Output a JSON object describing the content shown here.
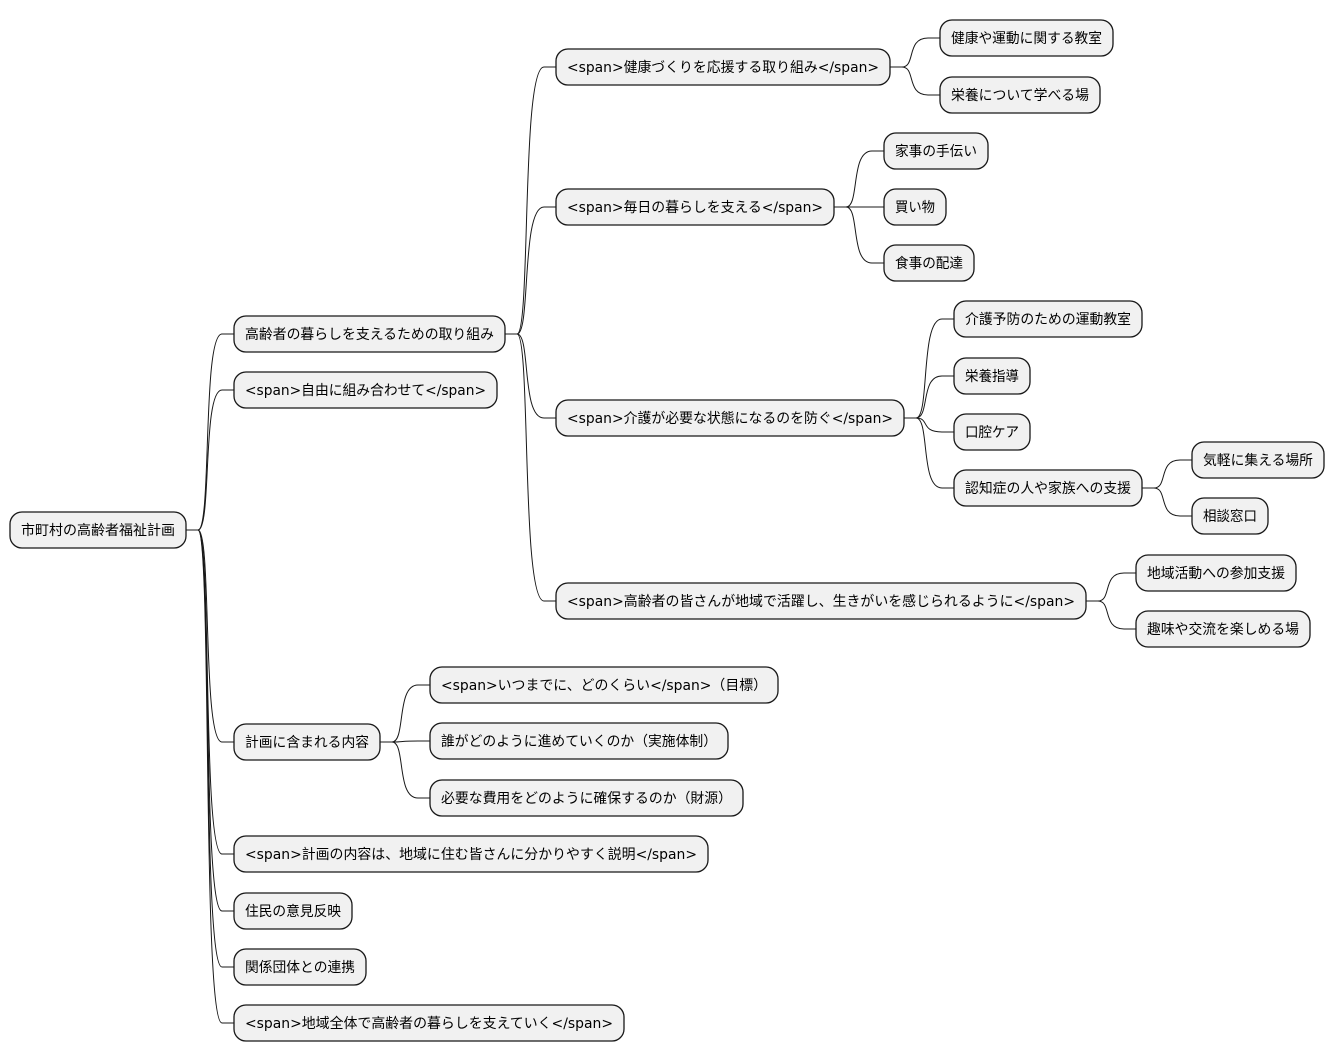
{
  "mindmap": {
    "root": "市町村の高齢者福祉計画",
    "nodes": [
      {
        "id": "root",
        "label": "市町村の高齢者福祉計画"
      },
      {
        "id": "n1",
        "parent": "root",
        "label": "高齢者の暮らしを支えるための取り組み"
      },
      {
        "id": "n1a",
        "parent": "n1",
        "label": "<span>健康づくりを応援する取り組み</span>"
      },
      {
        "id": "n1a1",
        "parent": "n1a",
        "label": "健康や運動に関する教室"
      },
      {
        "id": "n1a2",
        "parent": "n1a",
        "label": "栄養について学べる場"
      },
      {
        "id": "n1b",
        "parent": "n1",
        "label": "<span>毎日の暮らしを支える</span>"
      },
      {
        "id": "n1b1",
        "parent": "n1b",
        "label": "家事の手伝い"
      },
      {
        "id": "n1b2",
        "parent": "n1b",
        "label": "買い物"
      },
      {
        "id": "n1b3",
        "parent": "n1b",
        "label": "食事の配達"
      },
      {
        "id": "n1c",
        "parent": "n1",
        "label": "<span>介護が必要な状態になるのを防ぐ</span>"
      },
      {
        "id": "n1c1",
        "parent": "n1c",
        "label": "介護予防のための運動教室"
      },
      {
        "id": "n1c2",
        "parent": "n1c",
        "label": "栄養指導"
      },
      {
        "id": "n1c3",
        "parent": "n1c",
        "label": "口腔ケア"
      },
      {
        "id": "n1c4",
        "parent": "n1c",
        "label": "認知症の人や家族への支援"
      },
      {
        "id": "n1c4a",
        "parent": "n1c4",
        "label": "気軽に集える場所"
      },
      {
        "id": "n1c4b",
        "parent": "n1c4",
        "label": "相談窓口"
      },
      {
        "id": "n1d",
        "parent": "n1",
        "label": "<span>高齢者の皆さんが地域で活躍し、生きがいを感じられるように</span>"
      },
      {
        "id": "n1d1",
        "parent": "n1d",
        "label": "地域活動への参加支援"
      },
      {
        "id": "n1d2",
        "parent": "n1d",
        "label": "趣味や交流を楽しめる場"
      },
      {
        "id": "n2",
        "parent": "root",
        "label": "<span>自由に組み合わせて</span>"
      },
      {
        "id": "n3",
        "parent": "root",
        "label": "計画に含まれる内容"
      },
      {
        "id": "n3a",
        "parent": "n3",
        "label": "<span>いつまでに、どのくらい</span>（目標）"
      },
      {
        "id": "n3b",
        "parent": "n3",
        "label": "誰がどのように進めていくのか（実施体制）"
      },
      {
        "id": "n3c",
        "parent": "n3",
        "label": "必要な費用をどのように確保するのか（財源）"
      },
      {
        "id": "n4",
        "parent": "root",
        "label": "<span>計画の内容は、地域に住む皆さんに分かりやすく説明</span>"
      },
      {
        "id": "n5",
        "parent": "root",
        "label": "住民の意見反映"
      },
      {
        "id": "n6",
        "parent": "root",
        "label": "関係団体との連携"
      },
      {
        "id": "n7",
        "parent": "root",
        "label": "<span>地域全体で高齢者の暮らしを支えていく</span>"
      }
    ]
  }
}
